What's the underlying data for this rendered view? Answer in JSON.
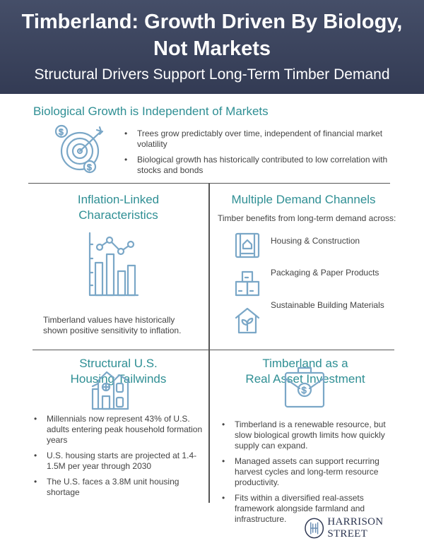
{
  "header": {
    "title_line1": "Timberland: Growth Driven By Biology,",
    "title_line2": "Not Markets",
    "subtitle": "Structural Drivers Support Long-Term Timber Demand"
  },
  "biological": {
    "heading": "Biological Growth is Independent of Markets",
    "icon": "target-dollar-icon",
    "bullets": [
      "Trees grow predictably over time, independent of financial market volatility",
      "Biological growth has historically contributed to low correlation with stocks  and bonds"
    ]
  },
  "inflation": {
    "heading_line1": "Inflation-Linked",
    "heading_line2": "Characteristics",
    "icon": "bar-line-chart-icon",
    "text": "Timberland values have historically shown positive sensitivity to inflation."
  },
  "demand": {
    "heading": "Multiple Demand Channels",
    "intro": "Timber benefits from long-term demand across:",
    "items": [
      {
        "label": "Housing & Construction",
        "icon": "blueprint-house-icon"
      },
      {
        "label": "Packaging & Paper Products",
        "icon": "boxes-icon"
      },
      {
        "label": "Sustainable Building Materials",
        "icon": "house-sprout-icon"
      }
    ]
  },
  "housing": {
    "heading_line1": "Structural U.S.",
    "heading_line2": "Housing Tailwinds",
    "icon": "townhouse-icon",
    "bullets": [
      "Millennials now represent 43% of U.S. adults entering peak household formation years",
      "U.S. housing starts are projected at 1.4-1.5M per year through 2030",
      "The U.S. faces a 3.8M unit housing shortage"
    ]
  },
  "real_asset": {
    "heading_line1": "Timberland as a",
    "heading_line2": "Real Asset Investment",
    "icon": "briefcase-dollar-icon",
    "bullets": [
      "Timberland is a renewable resource, but slow biological growth limits how quickly supply can expand.",
      "Managed assets can support recurring harvest cycles and long-term resource productivity.",
      "Fits within a diversified real-assets framework alongside farmland and infrastructure."
    ]
  },
  "footer": {
    "logo_text": "HARRISON STREET"
  },
  "colors": {
    "header_bg": "#3a4259",
    "heading_teal": "#2f8f94",
    "icon_blue": "#7aa7c7"
  }
}
